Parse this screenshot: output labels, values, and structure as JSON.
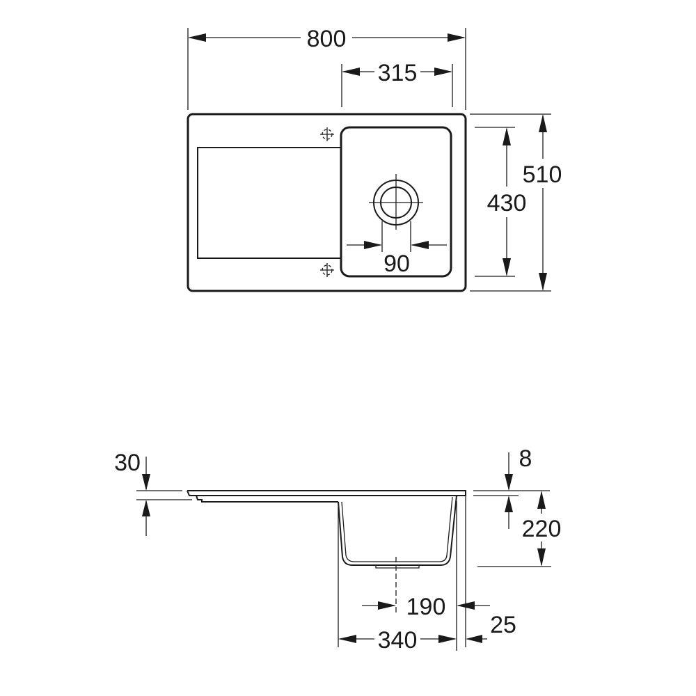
{
  "dimensions": {
    "overall_width": "800",
    "bowl_width": "315",
    "overall_depth": "510",
    "bowl_depth": "430",
    "drain_diameter": "90",
    "rim_height": "30",
    "rim_thickness": "8",
    "bowl_height": "220",
    "drain_offset": "190",
    "bowl_outer_width": "340",
    "edge_offset": "25"
  }
}
